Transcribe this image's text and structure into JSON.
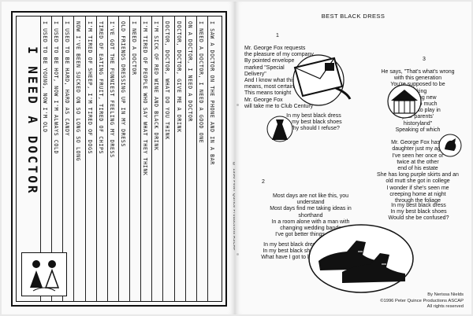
{
  "left_page": {
    "title": "I NEED A DOCTOR",
    "lyric_lines": [
      "I USED TO BE YOUNG, NOW I'M OLD",
      "I USED TO BE HOT, NOW I'M ALWAYS COLD",
      "I USED TO BE HARD, HARD AS CANDY",
      "NOW I'VE BEEN SUCKED ON SO LONG SO LONG",
      "I'M TIRED OF SHEEP, I'M TIRED OF DOGS",
      "TIRED OF EATING FRUIT, TIRED OF CHIPS",
      "I'VE GOT THE FUNNIEST FEELING MY DRESS",
      "OLD FRIENDS DRESSING UP IN MY DRESS",
      "I NEED A DOCTOR",
      "I'M TIRED OF PEOPLE WHO SAY WHAT THEY THINK",
      "I'M SICK OF RED WINE AND BLACK DRINK",
      "DOCTOR, DOCTOR, WHAT DO YOU THINK",
      "DOCTOR, DOCTOR, GIVE ME A DRINK",
      "ON A DOCTOR, I NEED A DOCTOR",
      "I NEED A DOCTOR, I NEED A GOOD ONE",
      "I SAW A DOCTOR ON THE PHONE AND IN A BAR"
    ],
    "side_credit": "© 1996 Peter Quince Productions ASCAP"
  },
  "right_page": {
    "title": "BEST BLACK DRESS",
    "verse_numbers": [
      "1",
      "2",
      "3"
    ],
    "verse1": [
      "Mr. George Fox requests",
      "the pleasure of my company",
      "By pointed envelope",
      "marked \"Special",
      "Delivery\"",
      "And I know what this",
      "means, most certainly",
      "This means tonight",
      "Mr. George Fox",
      "will take me to Club Century"
    ],
    "chorus1": [
      "In my best black dress",
      "In my best black shoes",
      "Why should I refuse?"
    ],
    "verse2": [
      "Most days are not like this, you",
      "understand",
      "Most days find me taking ideas in",
      "shorthand",
      "In a room alone with a man with",
      "changing wedding bands",
      "I've got better things planned"
    ],
    "chorus2": [
      "In my best black dress",
      "In my best black shoes",
      "What have I got to lose?"
    ],
    "verse3": [
      "He says, \"That's what's wrong",
      "with this generation",
      "You're supposed to be",
      "making",
      "something new",
      "But it's so much",
      "more fun to play in",
      "your parents'",
      "historyland\"",
      "Speaking of which",
      "",
      "Mr. George Fox has a",
      "daughter just my age",
      "I've seen her once or",
      "twice at the other",
      "end of his estate",
      "She has long purple skirts and an",
      "old mutt she got in college",
      "I wonder if she's seen me",
      "creeping home at night",
      "through the foliage"
    ],
    "chorus3": [
      "In my best black dress",
      "In my best black shoes",
      "Would she be confused?"
    ],
    "credit": [
      "By Nerissa Nields",
      "©1996 Peter Quince Productions ASCAP",
      "All rights reserved"
    ]
  },
  "colors": {
    "ink": "#111111",
    "paper": "#fafafa",
    "background": "#e9e9e9"
  }
}
